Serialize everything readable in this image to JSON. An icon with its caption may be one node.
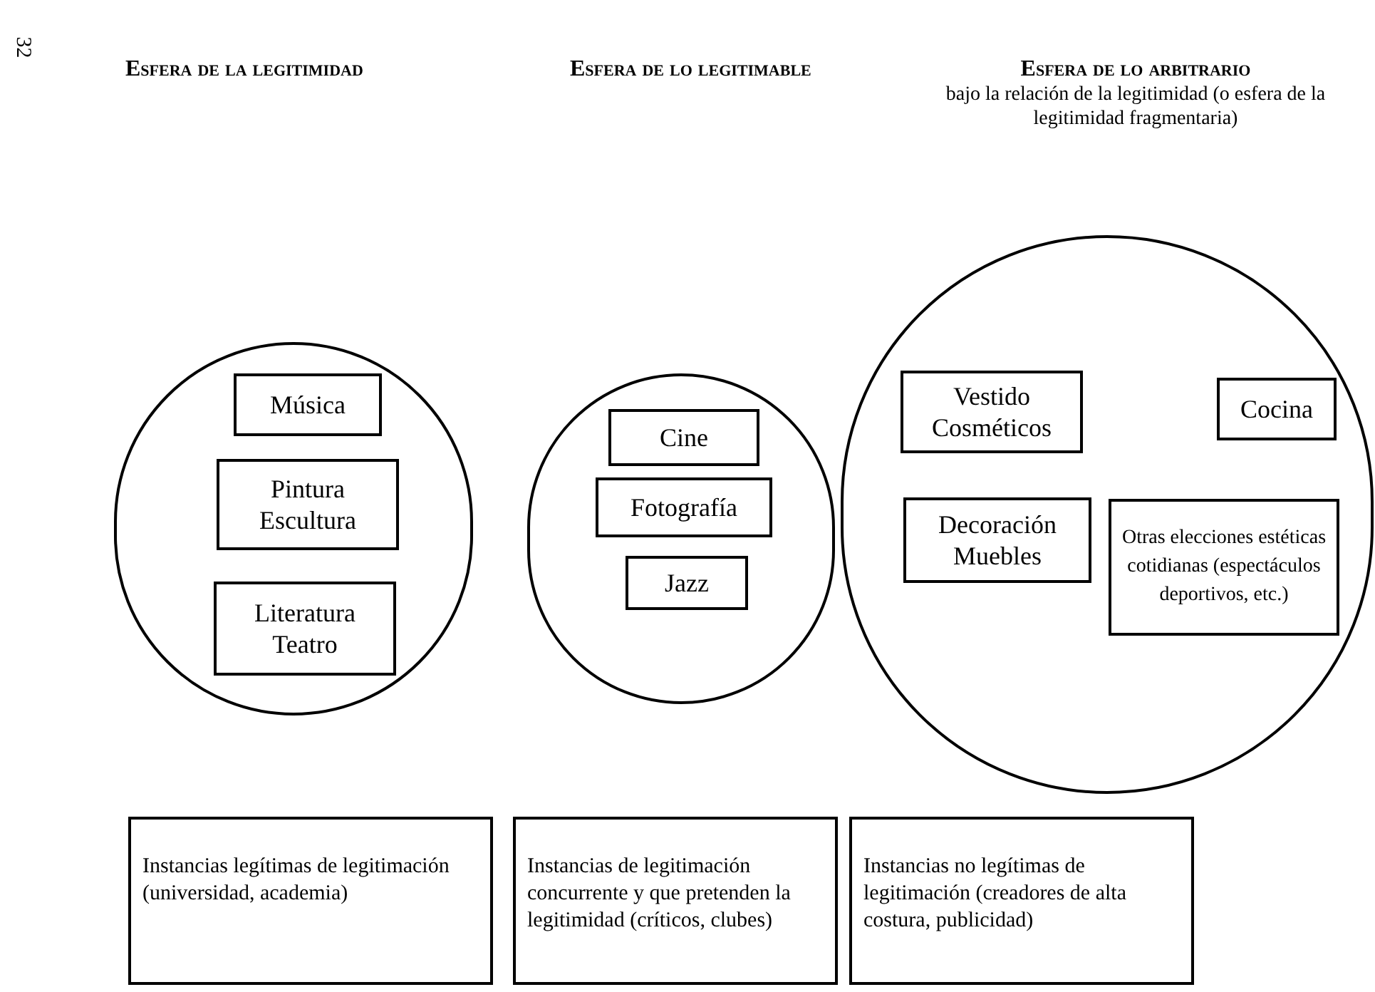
{
  "diagram": {
    "nodes": [
      {
        "text": [],
        "shape": "circle"
      },
      {
        "text": [
          "Música"
        ],
        "in": 0
      },
      {
        "text": [
          "Pintura Escultura"
        ],
        "in": 0
      },
      {
        "text": [
          "Literatura Teatro"
        ],
        "in": 0
      },
      {
        "text": [],
        "shape": "circle"
      },
      {
        "text": [
          "Cine"
        ],
        "in": 4
      },
      {
        "text": [
          "Fotografía"
        ],
        "in": 4
      },
      {
        "text": [
          "Jazz"
        ],
        "in": 4
      },
      {
        "text": [],
        "shape": "circle"
      },
      {
        "text": [
          "Vestido Cosméticos"
        ],
        "in": 8
      },
      {
        "text": [
          "Cocina"
        ],
        "in": 8
      },
      {
        "text": [
          "Decoración Muebles"
        ],
        "in": 8
      },
      {
        "text": [
          "Otras elecciones estéticas cotidianas (espectáculos deportivos, etc.)"
        ],
        "in": 8
      },
      {
        "text": [
          "Instancias legítimas de legitimación (universidad, academia)"
        ]
      },
      {
        "text": [
          "Instancias de legitimación concurrente y que pretenden la legitimidad (críticos, clubes)"
        ]
      },
      {
        "text": [
          "Instancias no legítimas de legitimación (creadores de alta costura, publicidad)"
        ]
      }
    ],
    "edges": [],
    "labels": [
      "32",
      "Esfera de la legitimidad",
      "Esfera de lo legitimable",
      "Esfera de lo arbitrario",
      "bajo la relación de la legitimidad (o esfera de la legitimidad fragmentaria)"
    ]
  }
}
